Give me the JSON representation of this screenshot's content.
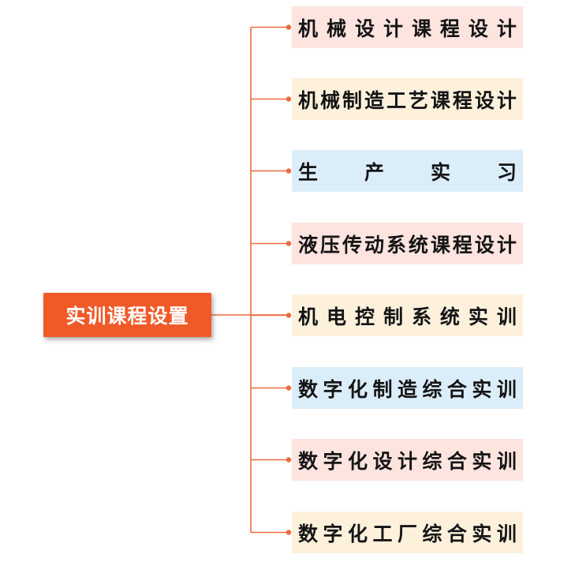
{
  "root": {
    "label": "实训课程设置",
    "color": "#f05a28"
  },
  "connector_color": "#ec6a3f",
  "items": [
    {
      "label": "机械设计课程设计",
      "bg": "#fde4df"
    },
    {
      "label": "机械制造工艺课程设计",
      "bg": "#fdf1dc"
    },
    {
      "label": "生产实习",
      "bg": "#dcedfa"
    },
    {
      "label": "液压传动系统课程设计",
      "bg": "#fde4df"
    },
    {
      "label": "机电控制系统实训",
      "bg": "#fdf1dc"
    },
    {
      "label": "数字化制造综合实训",
      "bg": "#dcedfa"
    },
    {
      "label": "数字化设计综合实训",
      "bg": "#fde4df"
    },
    {
      "label": "数字化工厂综合实训",
      "bg": "#fdf1dc"
    }
  ]
}
